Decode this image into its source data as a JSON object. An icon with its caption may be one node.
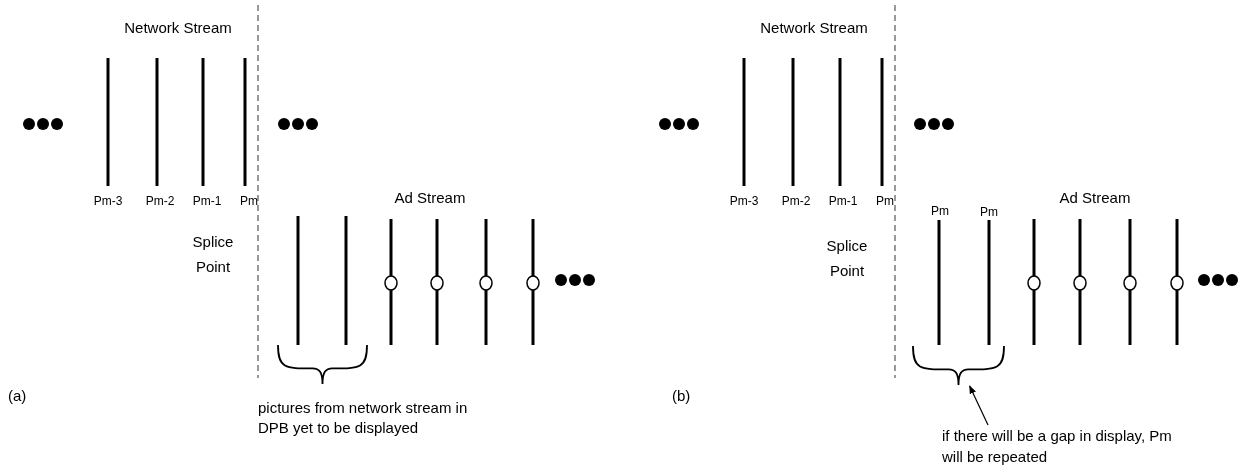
{
  "diagram": {
    "nodes": [
      {
        "text": [],
        "shape": "brace"
      },
      {
        "text": [
          "if there will be a gap in display, Pm will be repeated"
        ]
      }
    ],
    "edges": [
      {
        "from": 1,
        "to": 0,
        "arrow": "to"
      }
    ],
    "labels": [
      "Network Stream",
      "Pm-3",
      "Pm-2",
      "Pm-1",
      "Pm",
      "Ad Stream",
      "Splice Point",
      "(a)",
      "pictures from network stream in DPB yet to be displayed",
      "Network Stream",
      "Pm-3",
      "Pm-2",
      "Pm-1",
      "Pm",
      "Pm",
      "Pm",
      "Ad Stream",
      "Splice Point",
      "(b)"
    ]
  }
}
